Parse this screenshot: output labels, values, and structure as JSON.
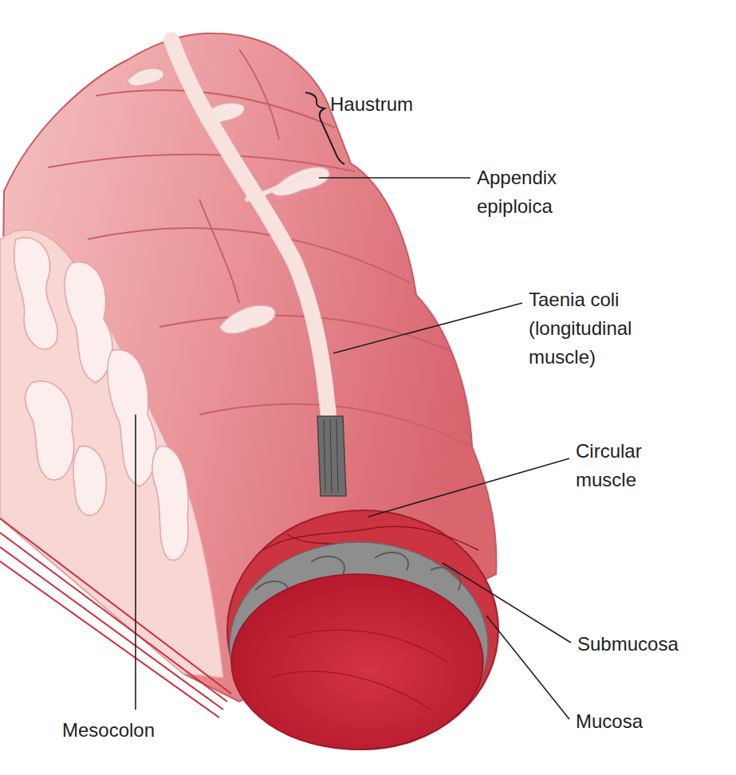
{
  "diagram": {
    "labels": [
      "Haustrum",
      "Appendix epiploica",
      "Taenia coli (longitudinal muscle)",
      "Circular muscle",
      "Submucosa",
      "Mucosa",
      "Mesocolon"
    ]
  }
}
